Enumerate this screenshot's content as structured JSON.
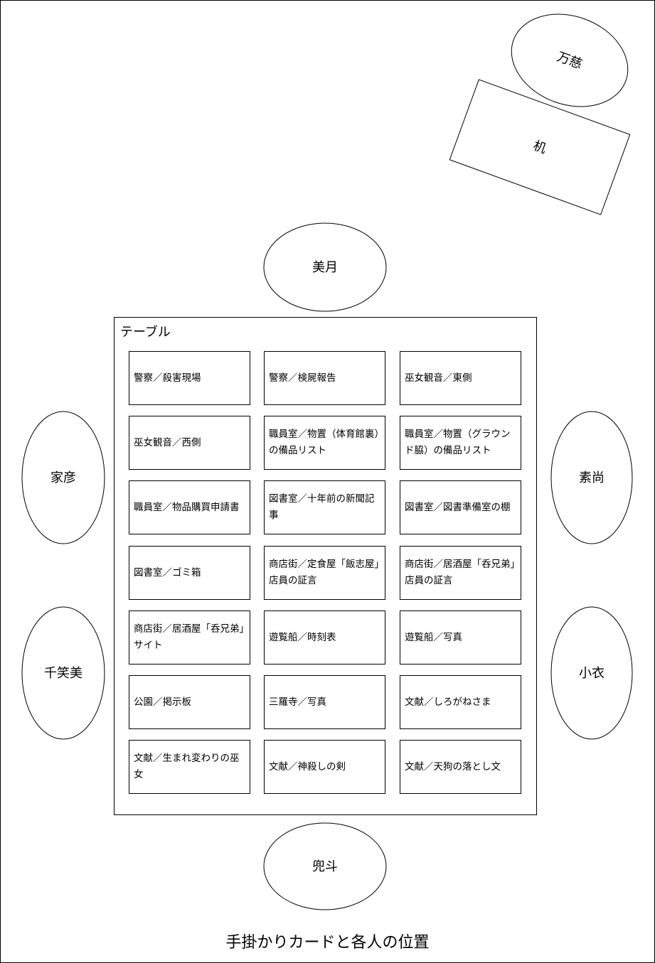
{
  "people": {
    "manji": "万慈",
    "mitsuki": "美月",
    "iehiko": "家彦",
    "chiemi": "千笑美",
    "sonao": "素尚",
    "koi": "小衣",
    "toto": "兜斗"
  },
  "desk_label": "机",
  "table": {
    "title": "テーブル",
    "cards": [
      "警察／殺害現場",
      "警察／検屍報告",
      "巫女観音／東側",
      "巫女観音／西側",
      "職員室／物置（体育館裏）の備品リスト",
      "職員室／物置（グラウンド脇）の備品リスト",
      "職員室／物品購買申請書",
      "図書室／十年前の新聞記事",
      "図書室／図書準備室の棚",
      "図書室／ゴミ箱",
      "商店街／定食屋「飯志屋」店員の証言",
      "商店街／居酒屋「呑兄弟」店員の証言",
      "商店街／居酒屋「呑兄弟」サイト",
      "遊覧船／時刻表",
      "遊覧船／写真",
      "公園／掲示板",
      "三羅寺／写真",
      "文献／しろがねさま",
      "文献／生まれ変わりの巫女",
      "文献／神殺しの剣",
      "文献／天狗の落とし文"
    ]
  },
  "caption": "手掛かりカードと各人の位置"
}
